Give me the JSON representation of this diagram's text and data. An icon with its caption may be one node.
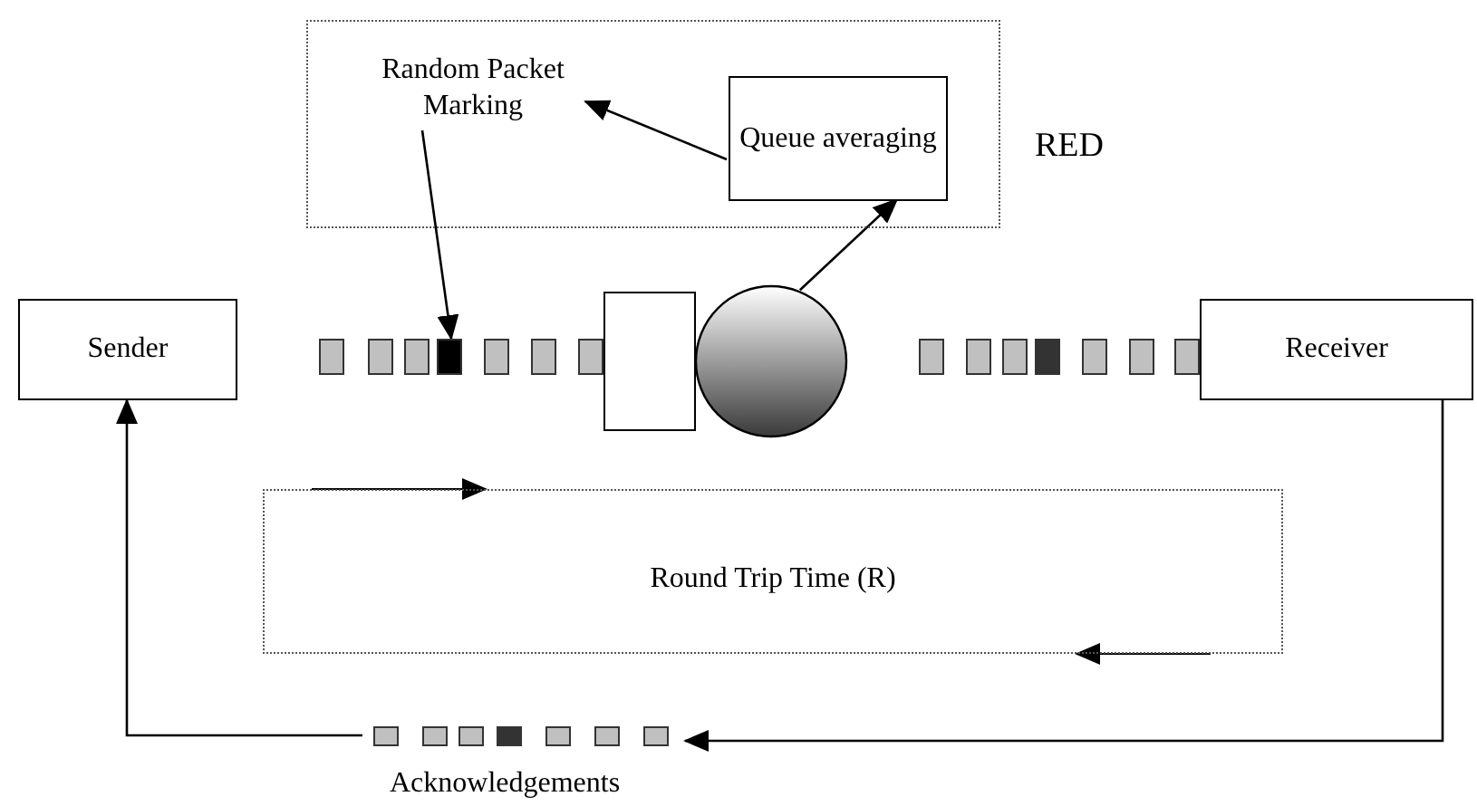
{
  "diagram": {
    "nodes": [
      {
        "text": [
          "RED"
        ]
      },
      {
        "text": [
          "Random Packet Marking"
        ],
        "in": 0
      },
      {
        "text": [
          "Queue averaging"
        ],
        "in": 0
      },
      {
        "text": [
          "Sender"
        ]
      },
      {
        "text": [],
        "shape": "box"
      },
      {
        "text": [],
        "shape": "circle"
      },
      {
        "text": [
          "Receiver"
        ]
      },
      {
        "text": [
          "Round Trip Time (R)"
        ]
      },
      {
        "text": [
          "Acknowledgements"
        ]
      },
      {
        "text": [],
        "shape": "box"
      }
    ],
    "edges": [
      {
        "from": 2,
        "to": 1,
        "arrow": "to"
      },
      {
        "from": 1,
        "to": 9,
        "arrow": "to"
      },
      {
        "from": 5,
        "to": 2,
        "arrow": "to"
      },
      {
        "from": 6,
        "to": 8,
        "arrow": "to"
      },
      {
        "from": 8,
        "to": 3,
        "arrow": "to"
      }
    ]
  }
}
